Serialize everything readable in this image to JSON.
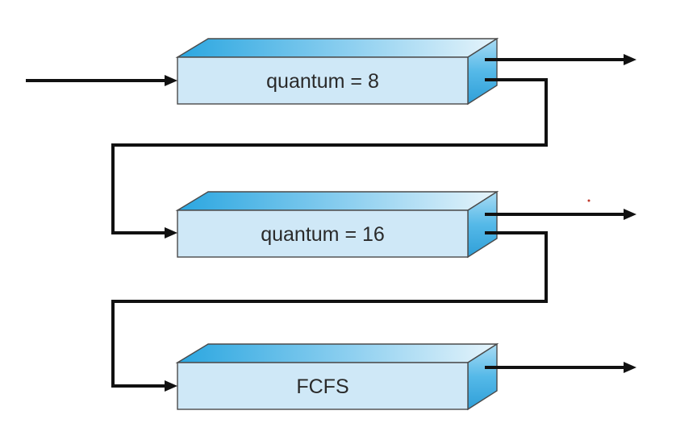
{
  "diagram": {
    "queues": [
      {
        "label": "quantum = 8"
      },
      {
        "label": "quantum = 16"
      },
      {
        "label": "FCFS"
      }
    ],
    "colors": {
      "front_face": "#cfe8f7",
      "top_face_dark": "#2aa6e0",
      "top_face_light": "#d8eef9",
      "side_face": "#48b4e6",
      "line": "#111111",
      "text": "#2a2a2a"
    }
  }
}
